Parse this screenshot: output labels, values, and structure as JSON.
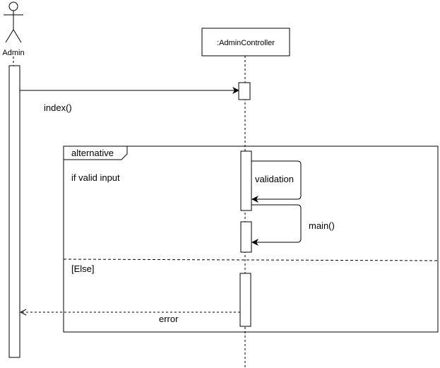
{
  "actor": {
    "name": "Admin",
    "icon": "stick-figure-icon"
  },
  "participant": {
    "name": ":AdminController"
  },
  "messages": {
    "index": "index()",
    "validation": "validation",
    "main": "main()",
    "error": "error"
  },
  "fragment": {
    "operator": "alternative",
    "guard_if": "if valid input",
    "guard_else": "[Else]"
  },
  "colors": {
    "line": "#000000",
    "background": "#ffffff"
  }
}
